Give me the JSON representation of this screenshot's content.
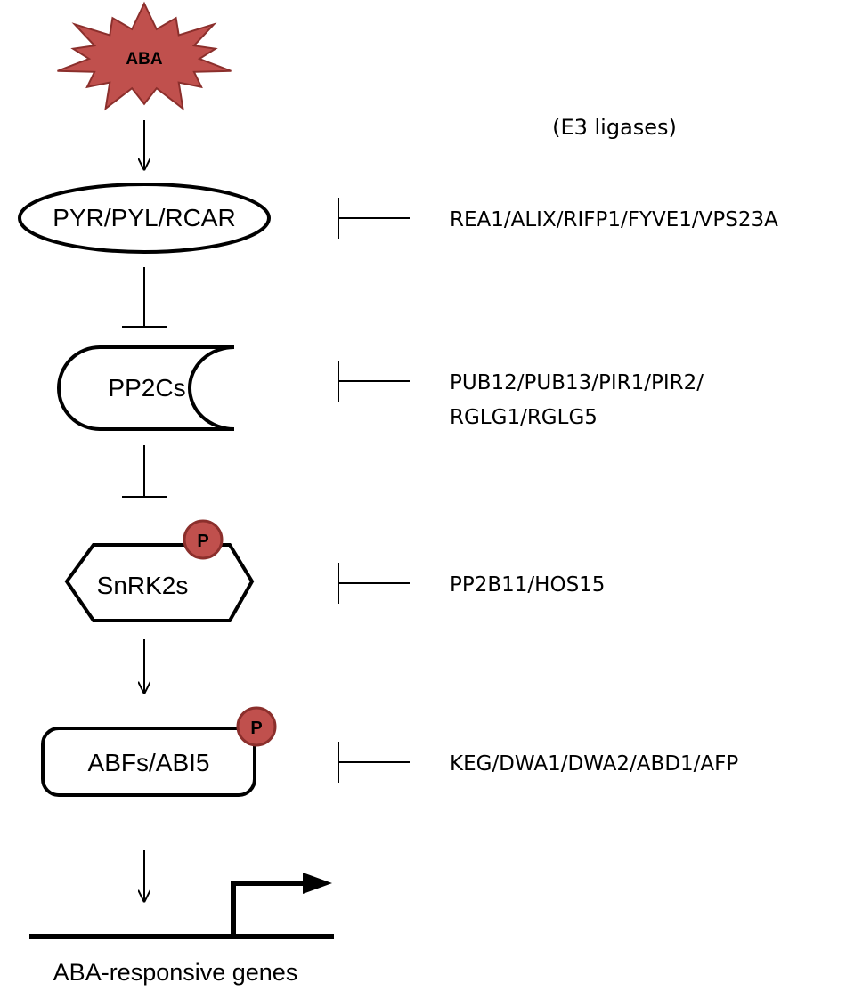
{
  "signal": {
    "label": "ABA",
    "fill": "#c0504d"
  },
  "pathway": {
    "receptor": "PYR/PYL/RCAR",
    "phosphatase": "PP2Cs",
    "kinase": "SnRK2s",
    "tf": "ABFs/ABI5",
    "phospho_label": "P",
    "genes_label": "ABA-responsive genes"
  },
  "e3": {
    "header": "(E3 ligases)",
    "receptor_regulators": "REA1/ALIX/RIFP1/FYVE1/VPS23A",
    "phosphatase_regulators_line1": "PUB12/PUB13/PIR1/PIR2/",
    "phosphatase_regulators_line2": "RGLG1/RGLG5",
    "kinase_regulators": "PP2B11/HOS15",
    "tf_regulators": "KEG/DWA1/DWA2/ABD1/AFP"
  },
  "colors": {
    "accent": "#c0504d",
    "phospho_fill": "#c0504d",
    "line": "#000000"
  }
}
